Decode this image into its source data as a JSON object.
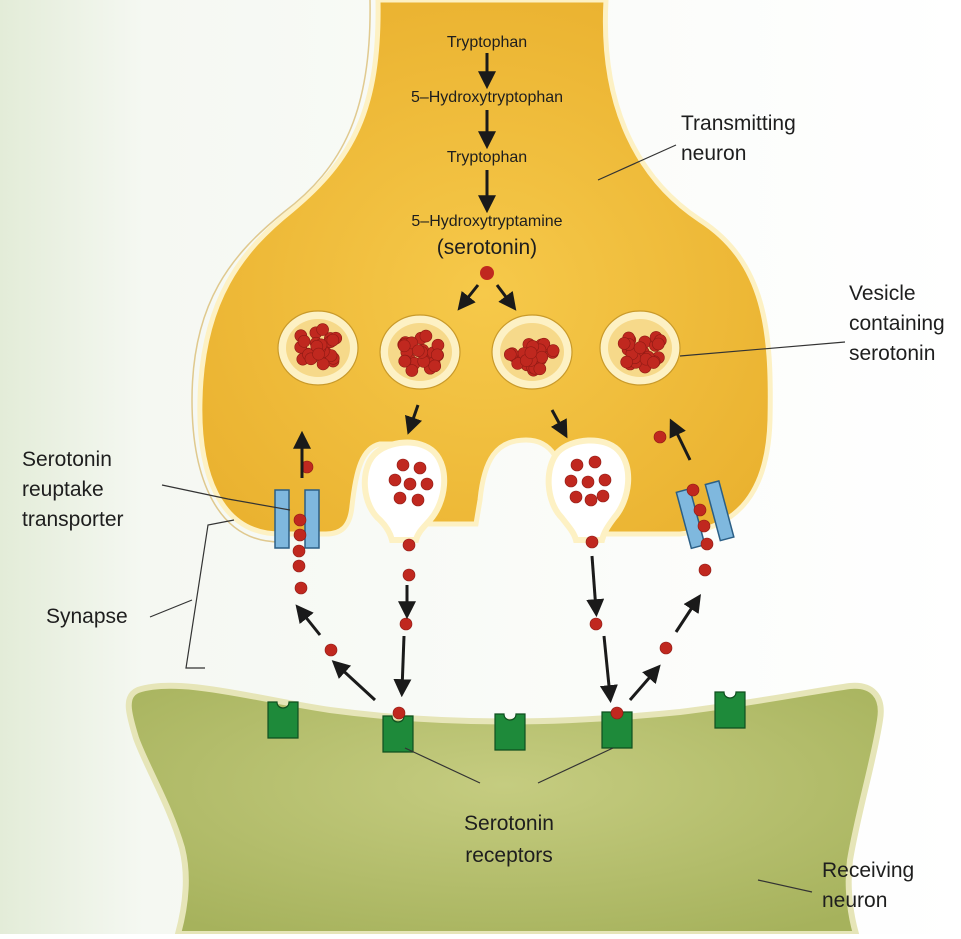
{
  "pathway": {
    "step1": "Tryptophan",
    "step2": "5–Hydroxytryptophan",
    "step3": "Tryptophan",
    "step4": "5–Hydroxytryptamine",
    "step4_sub": "(serotonin)"
  },
  "labels": {
    "transmitting": [
      "Transmitting",
      "neuron"
    ],
    "vesicle": [
      "Vesicle",
      "containing",
      "serotonin"
    ],
    "reuptake": [
      "Serotonin",
      "reuptake",
      "transporter"
    ],
    "synapse": "Synapse",
    "receptors": [
      "Serotonin",
      "receptors"
    ],
    "receiving": [
      "Receiving",
      "neuron"
    ]
  },
  "colors": {
    "transmitting_neuron": "#f0bc3a",
    "neuron_membrane": "#fdf1c4",
    "receiving_neuron": "#b8c171",
    "serotonin": "#c0281f",
    "transporter": "#7fb8de",
    "receptor": "#1e8a3a",
    "background_left": "#eef3ea"
  }
}
